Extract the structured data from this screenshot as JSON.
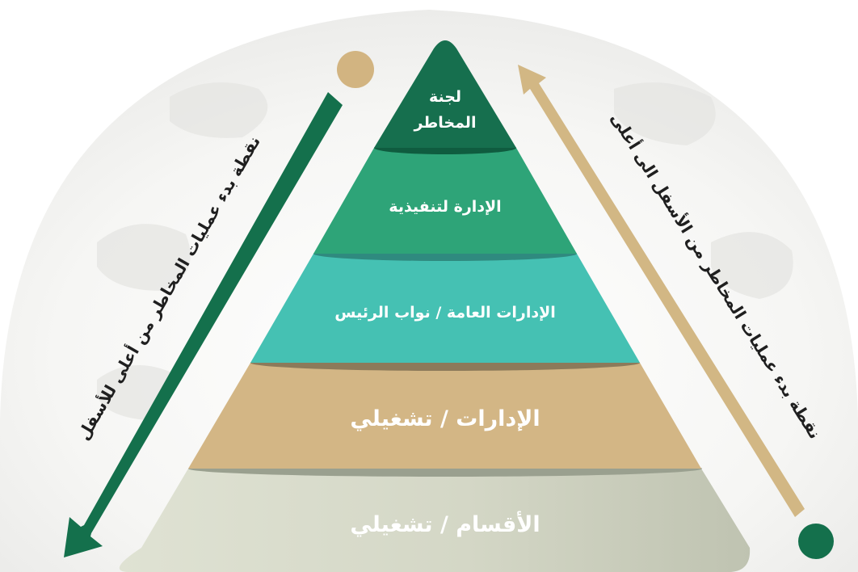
{
  "diagram": {
    "tiers": [
      {
        "lines": [
          "لجنة",
          "المخاطر"
        ],
        "color": "#166f4e"
      },
      {
        "lines": [
          "الإدارة لتنفيذية"
        ],
        "color": "#2ea478"
      },
      {
        "lines": [
          "الإدارات العامة / نواب الرئيس"
        ],
        "color": "#45c1b3"
      },
      {
        "lines": [
          "الإدارات / تشغيلي"
        ],
        "color": "#d3b685"
      },
      {
        "lines": [
          "الأقسام / تشغيلي"
        ],
        "color": "#d6d9c9"
      }
    ],
    "left_flow": {
      "label": "نقطة بدء عمليات المخاطر من أعلى للأسفل",
      "direction": "down",
      "color": "#14704c",
      "dot_color": "#d2b481"
    },
    "right_flow": {
      "label": "نقطة بدء عمليات المخاطر من الأسفل الى أعلى",
      "direction": "up",
      "color": "#d2b784",
      "dot_color": "#14704c"
    }
  }
}
